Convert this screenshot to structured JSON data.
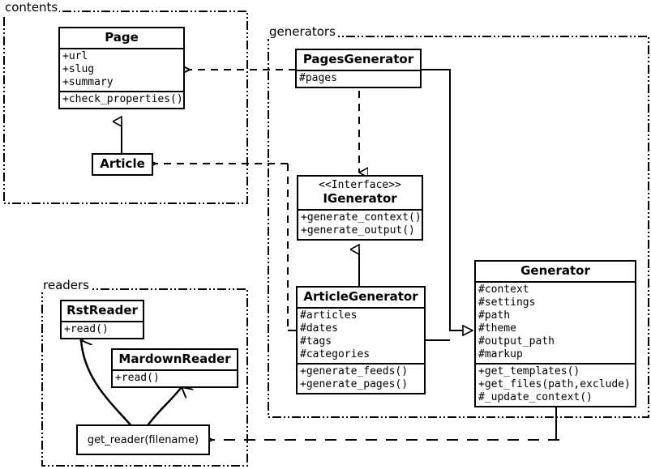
{
  "diagram": {
    "type": "uml-class-diagram",
    "packages": [
      {
        "id": "contents",
        "label": "contents"
      },
      {
        "id": "generators",
        "label": "generators"
      },
      {
        "id": "readers",
        "label": "readers"
      }
    ],
    "classes": [
      {
        "id": "page",
        "name": "Page",
        "stereotype": "",
        "attributes": [
          "+url",
          "+slug",
          "+summary"
        ],
        "operations": [
          "+check_properties()"
        ]
      },
      {
        "id": "article",
        "name": "Article",
        "stereotype": "",
        "attributes": [],
        "operations": []
      },
      {
        "id": "pages-generator",
        "name": "PagesGenerator",
        "stereotype": "",
        "attributes": [
          "#pages"
        ],
        "operations": []
      },
      {
        "id": "igenerator",
        "name": "IGenerator",
        "stereotype": "<<Interface>>",
        "attributes": [],
        "operations": [
          "+generate_context()",
          "+generate_output()"
        ]
      },
      {
        "id": "article-generator",
        "name": "ArticleGenerator",
        "stereotype": "",
        "attributes": [
          "#articles",
          "#dates",
          "#tags",
          "#categories"
        ],
        "operations": [
          "+generate_feeds()",
          "+generate_pages()"
        ]
      },
      {
        "id": "generator",
        "name": "Generator",
        "stereotype": "",
        "attributes": [
          "#context",
          "#settings",
          "#path",
          "#theme",
          "#output_path",
          "#markup"
        ],
        "operations": [
          "+get_templates()",
          "+get_files(path,exclude)",
          "#_update_context()"
        ]
      },
      {
        "id": "rst-reader",
        "name": "RstReader",
        "stereotype": "",
        "attributes": [],
        "operations": [
          "+read()"
        ]
      },
      {
        "id": "mardown-reader",
        "name": "MardownReader",
        "stereotype": "",
        "attributes": [],
        "operations": [
          "+read()"
        ]
      }
    ],
    "functions": [
      {
        "id": "get-reader",
        "label": "get_reader(filename)"
      }
    ],
    "relationships": [
      {
        "from": "article",
        "to": "page",
        "kind": "generalization"
      },
      {
        "from": "pages-generator",
        "to": "igenerator",
        "kind": "realization"
      },
      {
        "from": "article-generator",
        "to": "igenerator",
        "kind": "generalization"
      },
      {
        "from": "pages-generator",
        "to": "generator",
        "kind": "generalization"
      },
      {
        "from": "article-generator",
        "to": "generator",
        "kind": "generalization"
      },
      {
        "from": "pages-generator",
        "to": "page",
        "kind": "dependency"
      },
      {
        "from": "article-generator",
        "to": "article",
        "kind": "dependency"
      },
      {
        "from": "generator",
        "to": "get-reader",
        "kind": "dependency"
      },
      {
        "from": "get-reader",
        "to": "rst-reader",
        "kind": "creates"
      },
      {
        "from": "get-reader",
        "to": "mardown-reader",
        "kind": "creates"
      }
    ],
    "colors": {
      "stroke": "#000000",
      "background": "#ffffff"
    }
  }
}
